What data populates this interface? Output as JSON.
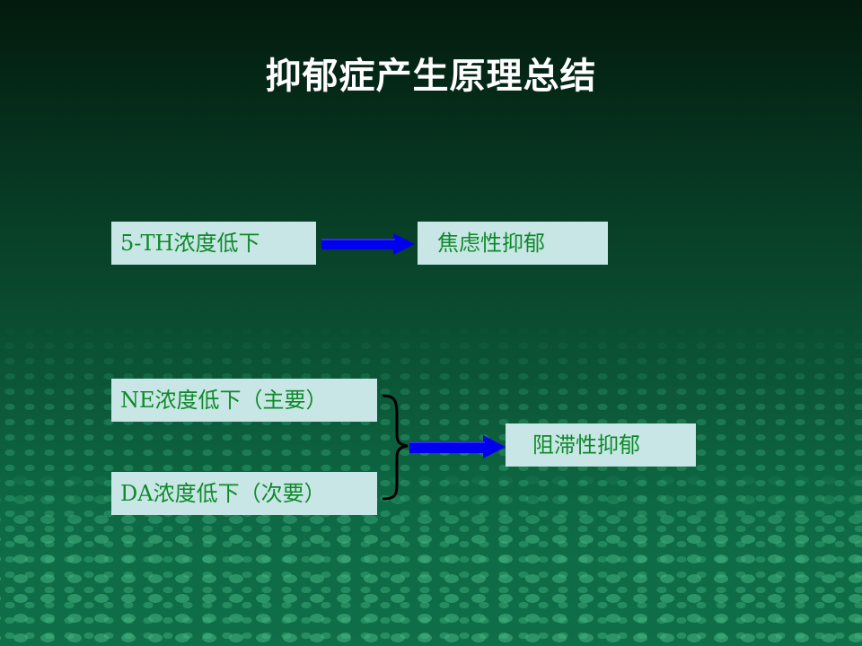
{
  "title": "抑郁症产生原理总结",
  "boxes": {
    "th_low": "5-TH浓度低下",
    "anxiety": "焦虑性抑郁",
    "ne_low": "NE浓度低下（主要）",
    "da_low": "DA浓度低下（次要）",
    "retarded": "阻滞性抑郁"
  },
  "colors": {
    "box_fill": "#c8e6e6",
    "box_text": "#0e8a2a",
    "arrow": "#0000ee",
    "title": "#ffffff"
  }
}
